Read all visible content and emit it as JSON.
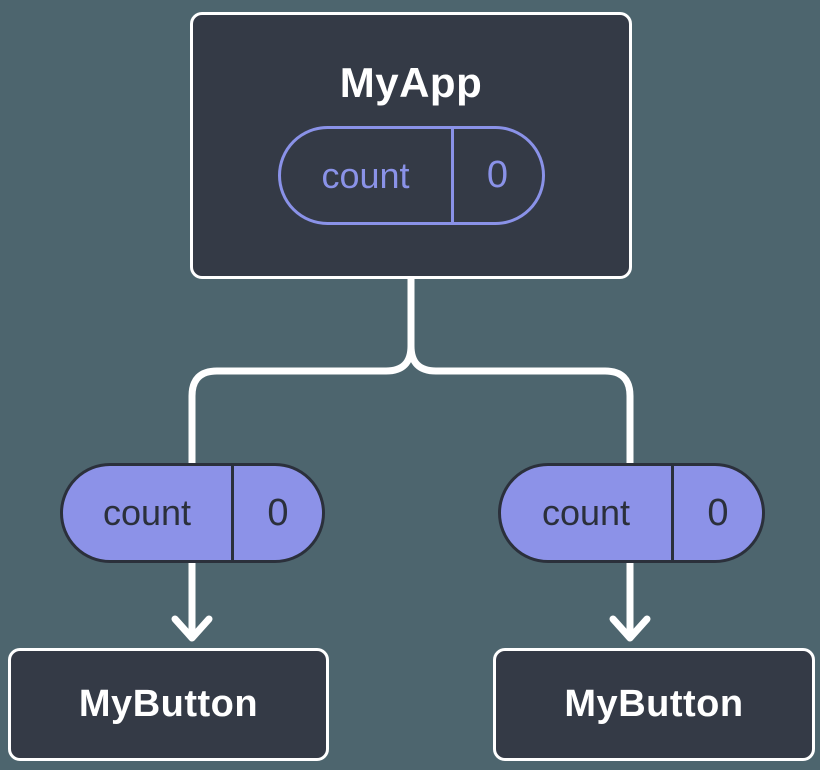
{
  "theme": {
    "background_color": "#4D656E",
    "node_fill": "#343A46",
    "node_border": "#FFFFFF",
    "pill_fill": "#8C92E8",
    "pill_outline": "#2B303B",
    "accent_purple": "#8A92E8",
    "connector_color": "#FFFFFF"
  },
  "nodes": {
    "root": {
      "label": "MyApp",
      "state_pill": {
        "key": "count",
        "value": "0"
      }
    },
    "children": [
      {
        "label": "MyButton",
        "prop_pill": {
          "key": "count",
          "value": "0"
        }
      },
      {
        "label": "MyButton",
        "prop_pill": {
          "key": "count",
          "value": "0"
        }
      }
    ]
  }
}
